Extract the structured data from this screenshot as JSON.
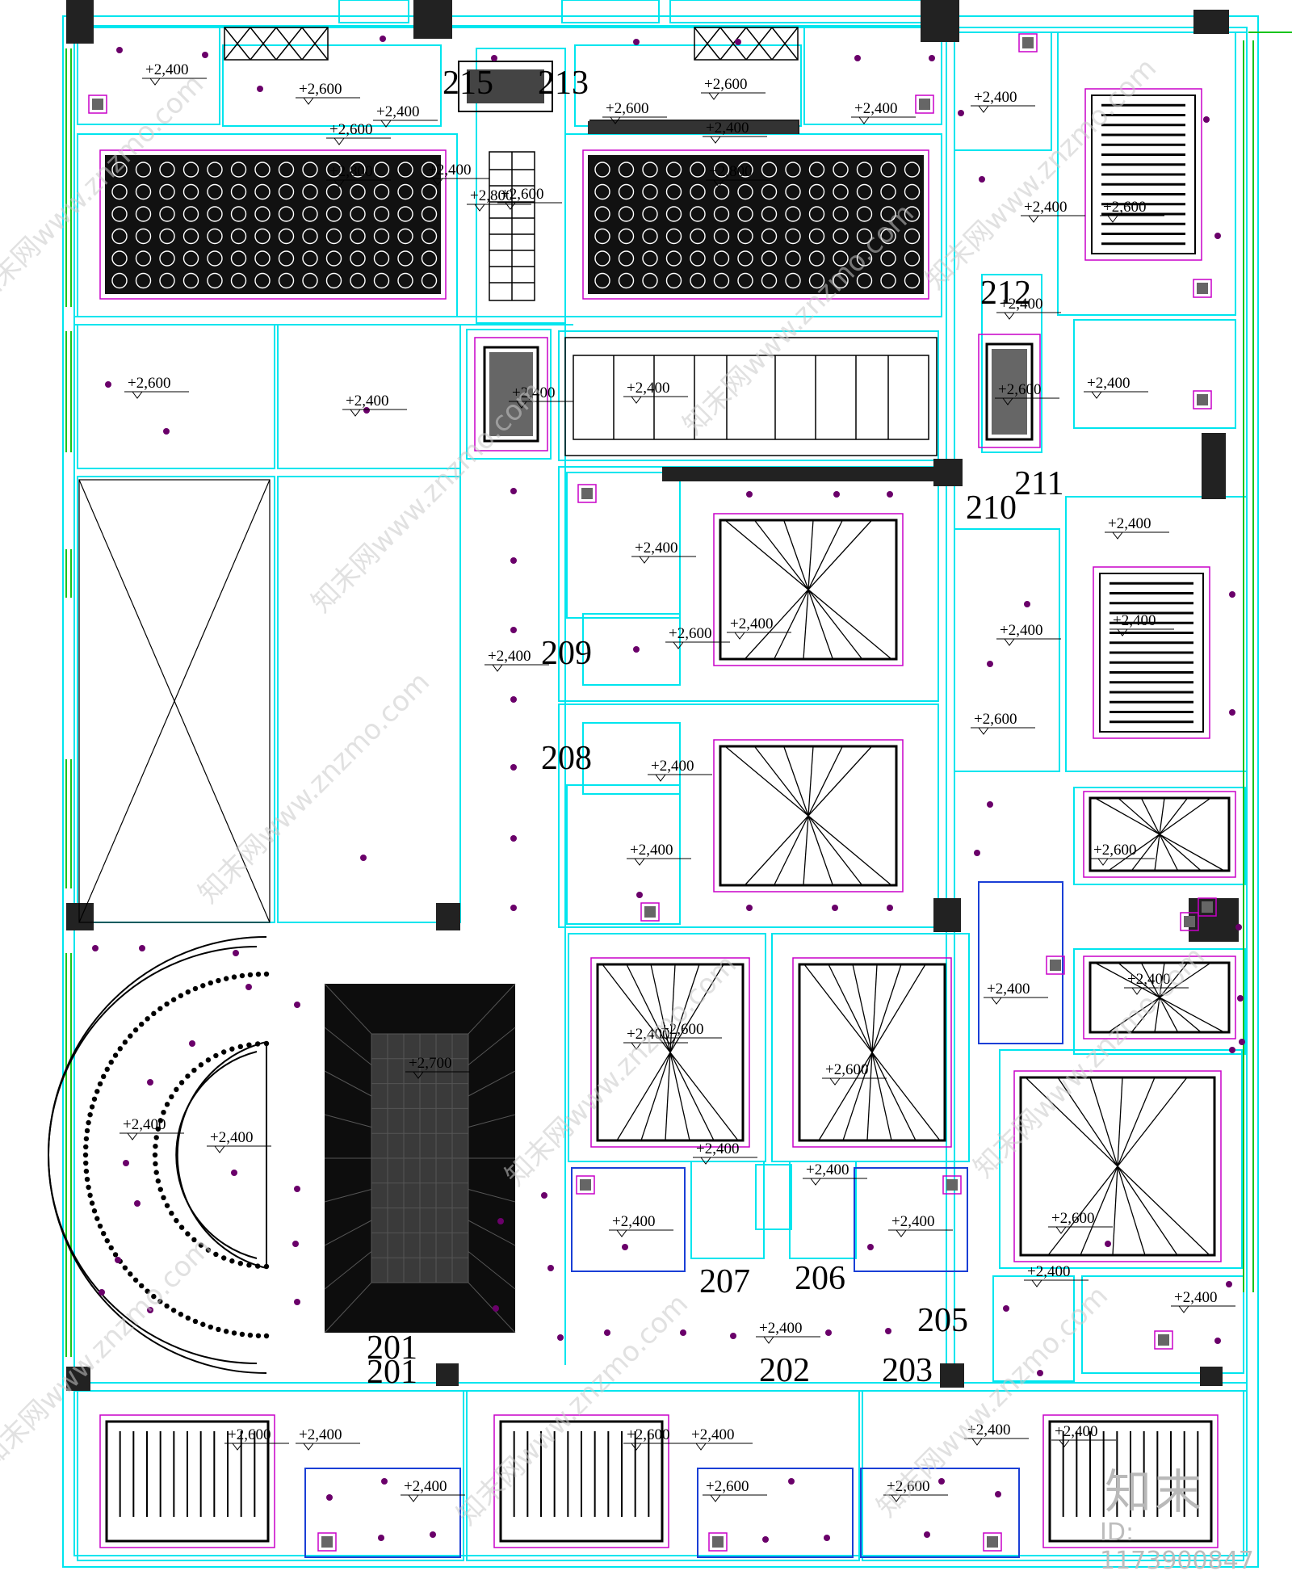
{
  "colors": {
    "wall": "#00e5ee",
    "blue_wall": "#1a3fd6",
    "ceiling_outline": "#c800c8",
    "light_dot": "#6a006a",
    "window": "#19c41c",
    "line": "#000000",
    "watermark": "#c9c9c9"
  },
  "room_numbers": [
    {
      "id": "201",
      "text": "201"
    },
    {
      "id": "201b",
      "text": "201"
    },
    {
      "id": "202",
      "text": "202"
    },
    {
      "id": "203",
      "text": "203"
    },
    {
      "id": "205",
      "text": "205"
    },
    {
      "id": "206",
      "text": "206"
    },
    {
      "id": "207",
      "text": "207"
    },
    {
      "id": "208",
      "text": "208"
    },
    {
      "id": "209",
      "text": "209"
    },
    {
      "id": "210",
      "text": "210"
    },
    {
      "id": "211",
      "text": "211"
    },
    {
      "id": "212",
      "text": "212"
    },
    {
      "id": "213",
      "text": "213"
    },
    {
      "id": "215",
      "text": "215"
    }
  ],
  "levels": [
    "+2,400",
    "+2,600",
    "+2,400",
    "+2,600",
    "+2,600",
    "+2,600",
    "+2,400",
    "+2,400",
    "+2,400",
    "+2,600",
    "+2,400",
    "+2,600",
    "+2,800",
    "+2,800",
    "+2,800",
    "+2,400",
    "+2,600",
    "+2,400",
    "+2,400",
    "+2,600",
    "+2,400",
    "+2,400",
    "+2,400",
    "+2,400",
    "+2,400",
    "+2,600",
    "+2,400",
    "+2,600",
    "+2,400",
    "+2,400",
    "+2,600",
    "+2,400",
    "+2,600",
    "+2,600",
    "+2,400",
    "+2,700",
    "+2,400",
    "+2,400",
    "+2,400",
    "+2,400",
    "+2,400",
    "+2,400",
    "+2,600",
    "+2,400",
    "+2,400",
    "+2,400",
    "+2,600",
    "+2,400",
    "+2,600",
    "+2,400",
    "+2,400",
    "+2,400",
    "+2,600",
    "+2,400",
    "+2,600",
    "+2,400",
    "+2,400",
    "+2,400",
    "+2,400"
  ],
  "watermark_text": "知末网www.znzmo.com",
  "logo_text": "知末",
  "image_id_text": "ID: 1173900847"
}
